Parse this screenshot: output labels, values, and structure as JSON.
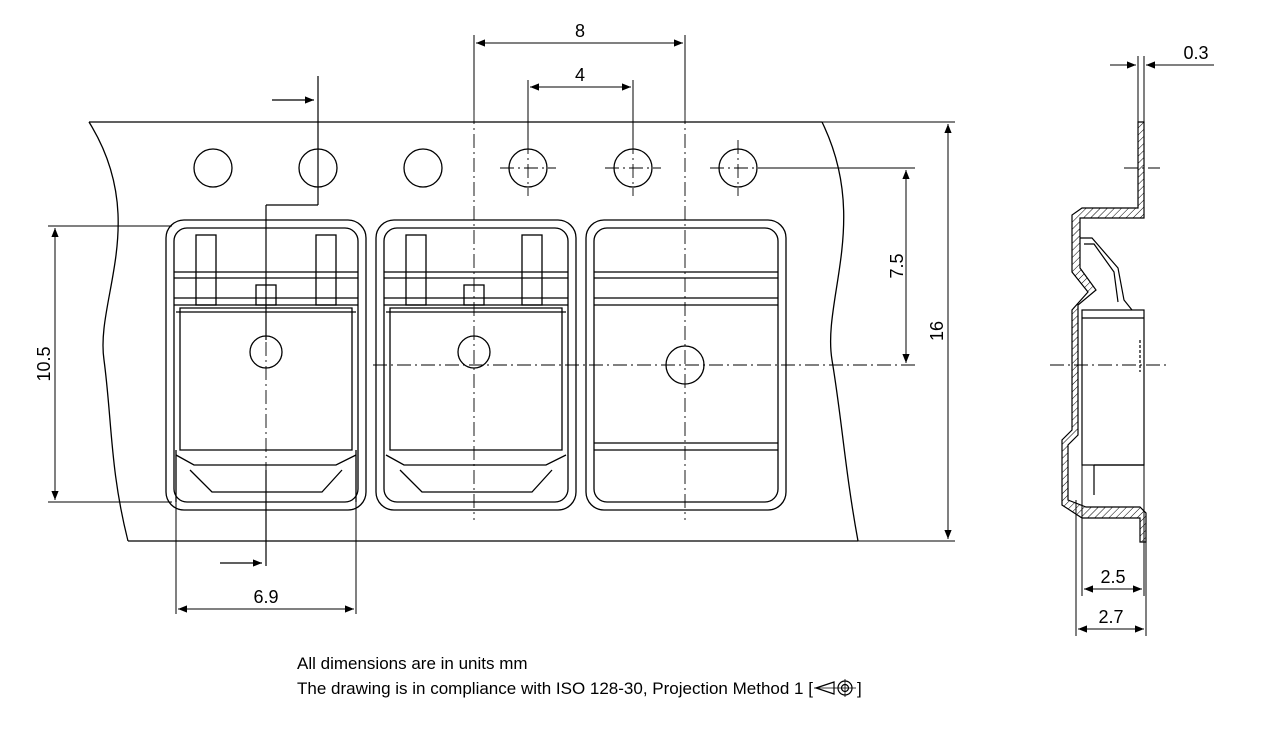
{
  "dimensions": {
    "pocket_pitch": "8",
    "sprocket_hole_pitch": "4",
    "cover_tape_thickness": "0.3",
    "hole_to_pocket_center": "7.5",
    "tape_width": "16",
    "pocket_length": "10.5",
    "pocket_width": "6.9",
    "pocket_depth_inner": "2.5",
    "pocket_depth_outer": "2.7"
  },
  "notes": {
    "units": "All dimensions are in units mm",
    "iso_prefix": "The drawing is in compliance with ISO 128-30, Projection Method 1 [",
    "iso_suffix": "]"
  },
  "projection_symbol": "first-angle-projection-icon",
  "colors": {
    "line": "#000000",
    "background": "#ffffff"
  }
}
